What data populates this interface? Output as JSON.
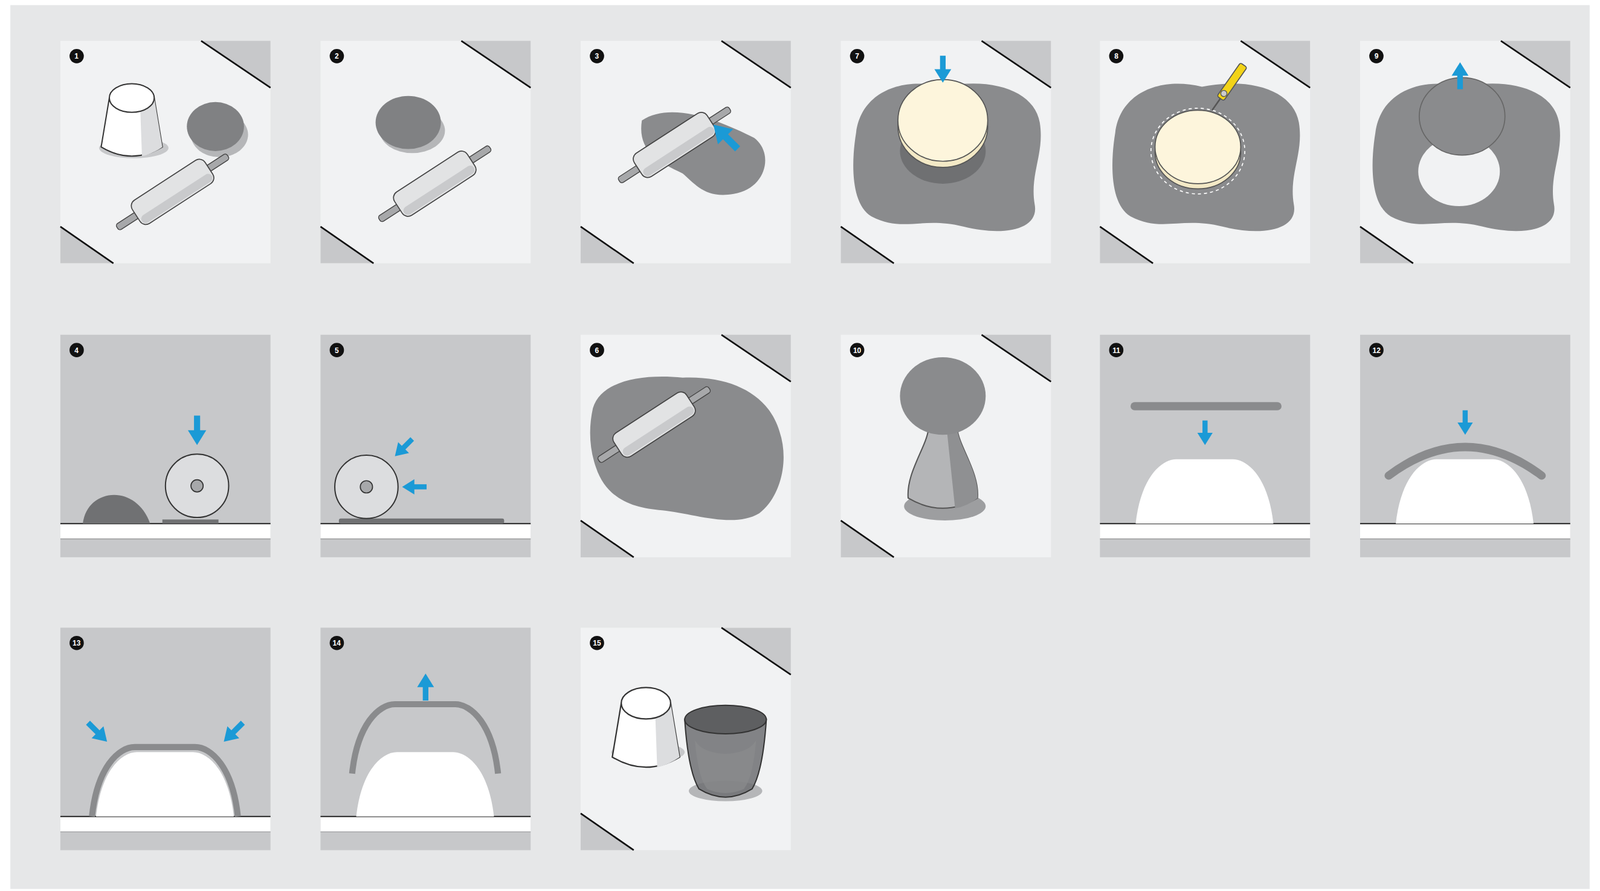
{
  "diagram": {
    "labels": [
      "1",
      "2",
      "3",
      "7",
      "8",
      "9",
      "4",
      "5",
      "6",
      "10",
      "11",
      "12",
      "13",
      "14",
      "15"
    ]
  }
}
